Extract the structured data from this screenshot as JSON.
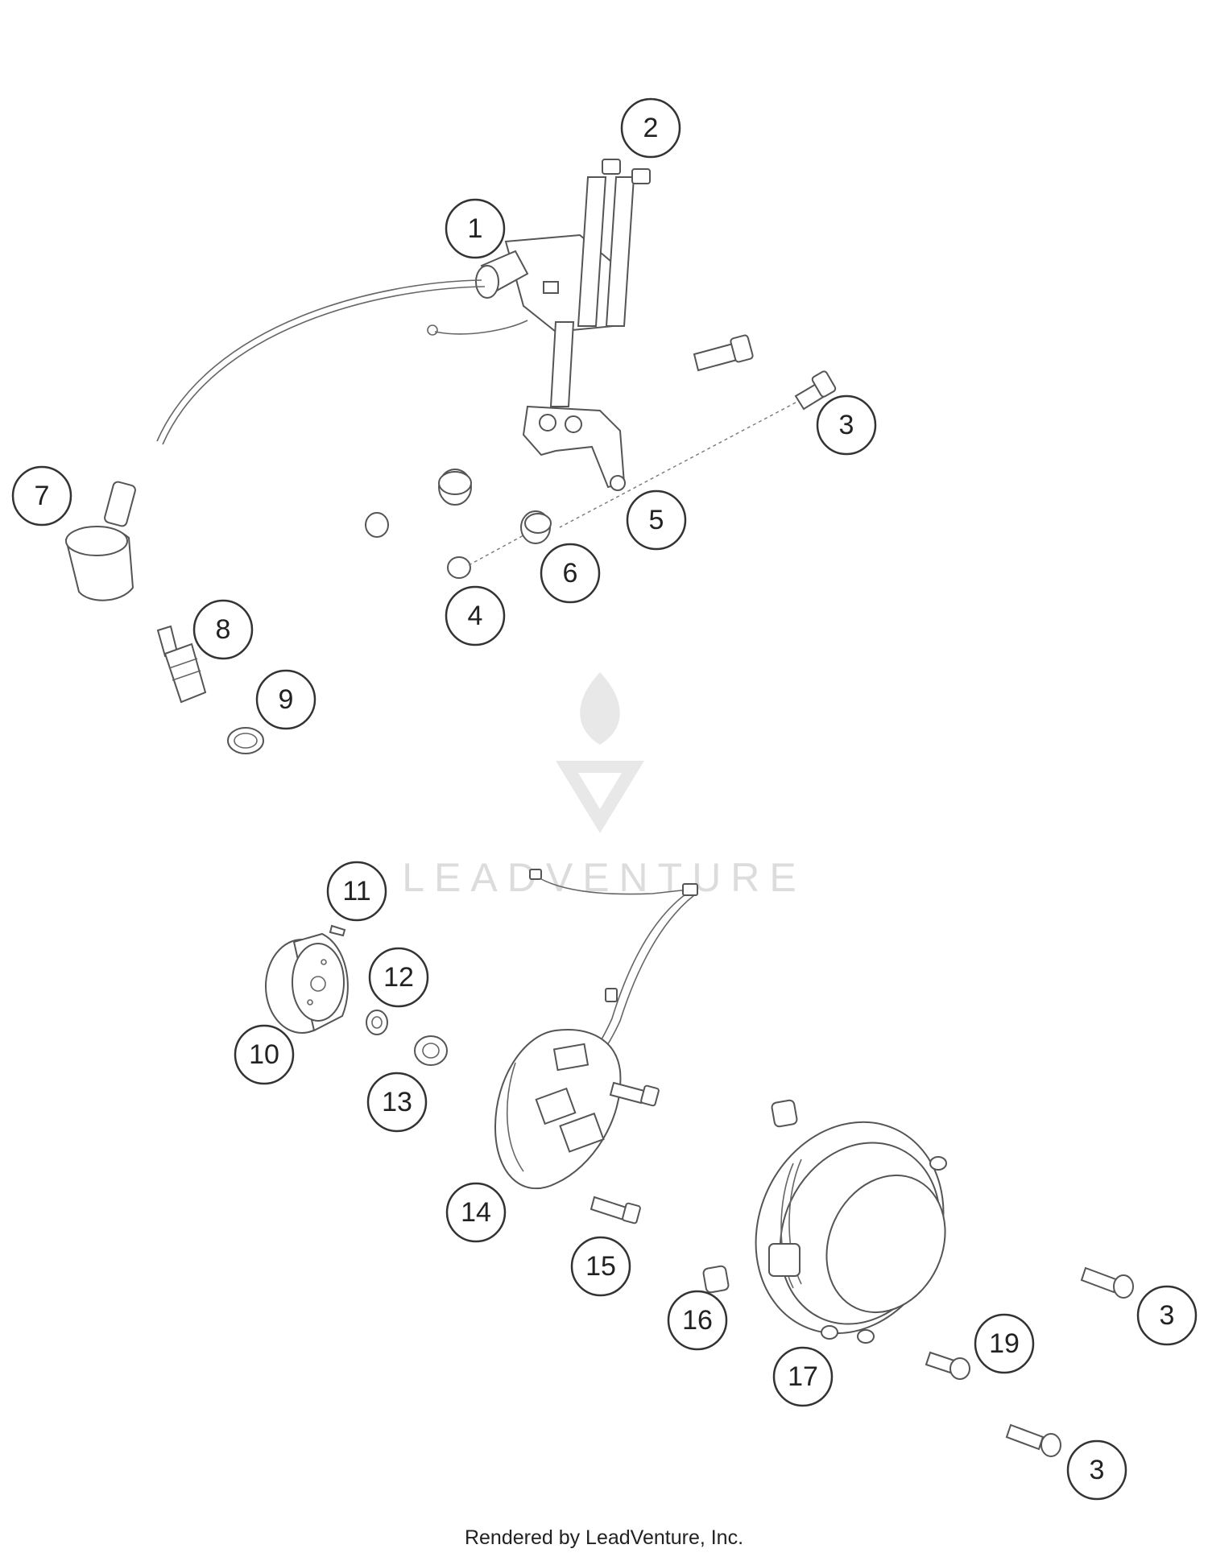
{
  "watermark": {
    "brand": "LEADVENTURE"
  },
  "footer": {
    "credit": "Rendered by LeadVenture, Inc."
  },
  "callouts": [
    {
      "id": "c1",
      "label": "1"
    },
    {
      "id": "c2",
      "label": "2"
    },
    {
      "id": "c3a",
      "label": "3"
    },
    {
      "id": "c4",
      "label": "4"
    },
    {
      "id": "c5",
      "label": "5"
    },
    {
      "id": "c6",
      "label": "6"
    },
    {
      "id": "c7",
      "label": "7"
    },
    {
      "id": "c8",
      "label": "8"
    },
    {
      "id": "c9",
      "label": "9"
    },
    {
      "id": "c10",
      "label": "10"
    },
    {
      "id": "c11",
      "label": "11"
    },
    {
      "id": "c12",
      "label": "12"
    },
    {
      "id": "c13",
      "label": "13"
    },
    {
      "id": "c14",
      "label": "14"
    },
    {
      "id": "c15",
      "label": "15"
    },
    {
      "id": "c16",
      "label": "16"
    },
    {
      "id": "c17",
      "label": "17"
    },
    {
      "id": "c3b",
      "label": "3"
    },
    {
      "id": "c19",
      "label": "19"
    },
    {
      "id": "c3c",
      "label": "3"
    }
  ]
}
